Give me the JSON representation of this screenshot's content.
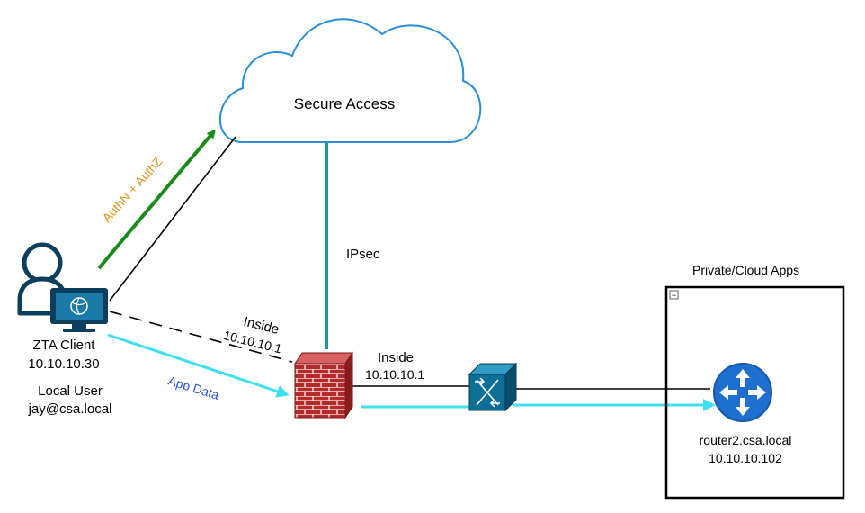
{
  "diagram": {
    "cloud": {
      "label": "Secure Access"
    },
    "ipsec_label": "IPsec",
    "auth_label": "AuthN + AuthZ",
    "app_data_label": "App Data",
    "client": {
      "name": "ZTA Client",
      "ip": "10.10.10.30",
      "user_title": "Local User",
      "user_name": "jay@csa.local"
    },
    "firewall_inside_diag": {
      "label": "Inside",
      "ip": "10.10.10.1"
    },
    "firewall_inside": {
      "label": "Inside",
      "ip": "10.10.10.1"
    },
    "private_apps": {
      "title": "Private/Cloud Apps",
      "collapse_glyph": "−",
      "router_name": "router2.csa.local",
      "router_ip": "10.10.10.102"
    }
  },
  "colors": {
    "auth_arrow": "#1a8a1a",
    "auth_text": "#e8901c",
    "app_data_arrow": "#3fe0ee",
    "app_data_text": "#2f52d8",
    "ipsec_line": "#1a9a9a",
    "cloud_stroke": "#2a8fd6",
    "user_icon": "#0c3f5e",
    "firewall": "#b52a2a",
    "switch_fill": "#0b6f96",
    "router_fill": "#1e6fd0"
  }
}
